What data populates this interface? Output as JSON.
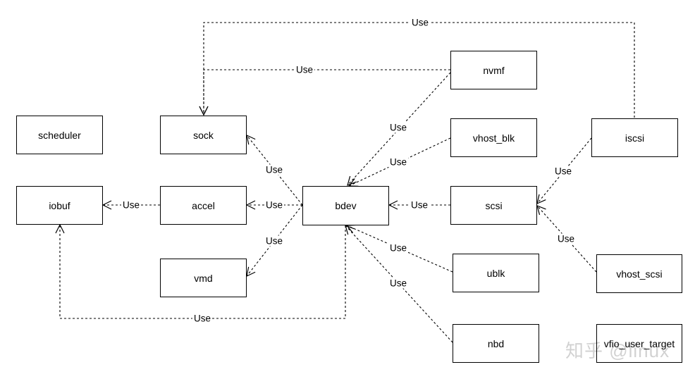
{
  "nodes": {
    "scheduler": "scheduler",
    "sock": "sock",
    "iobuf": "iobuf",
    "accel": "accel",
    "vmd": "vmd",
    "bdev": "bdev",
    "nvmf": "nvmf",
    "vhost_blk": "vhost_blk",
    "scsi": "scsi",
    "iscsi": "iscsi",
    "ublk": "ublk",
    "vhost_scsi": "vhost_scsi",
    "nbd": "nbd",
    "vfio_user_target": "vfio_user_target"
  },
  "edge_label": "Use",
  "watermark": "知乎 @linux",
  "colors": {
    "line": "#000000",
    "background": "#ffffff"
  }
}
